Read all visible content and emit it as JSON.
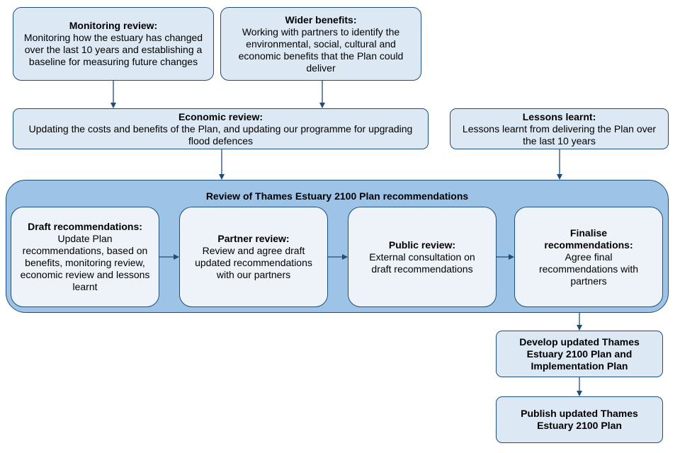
{
  "monitoring": {
    "title": "Monitoring review:",
    "body": "Monitoring how the estuary has changed over the last 10 years and establishing a baseline for measuring future changes"
  },
  "wider": {
    "title": "Wider benefits:",
    "body": "Working with partners to identify the environmental, social, cultural and economic benefits that the Plan could deliver"
  },
  "economic": {
    "title": "Economic review:",
    "body": "Updating the costs and benefits of the Plan, and updating our programme for upgrading flood defences"
  },
  "lessons": {
    "title": "Lessons learnt:",
    "body": "Lessons learnt from delivering the Plan over the last 10 years"
  },
  "review": {
    "title": "Review of Thames Estuary 2100 Plan recommendations",
    "steps": [
      {
        "title": "Draft recommendations:",
        "body": "Update Plan recommendations, based on benefits, monitoring review, economic review and lessons learnt"
      },
      {
        "title": "Partner review:",
        "body": "Review and agree draft updated recommendations with our partners"
      },
      {
        "title": "Public review:",
        "body": "External consultation on draft recommendations"
      },
      {
        "title": "Finalise recommendations:",
        "body": "Agree final recommendations with partners"
      }
    ]
  },
  "develop": {
    "title": "Develop updated Thames Estuary 2100 Plan and Implementation Plan"
  },
  "publish": {
    "title": "Publish updated Thames Estuary 2100 Plan"
  },
  "colors": {
    "box_fill": "#dce9f5",
    "group_fill": "#9dc3e6",
    "inner_fill": "#eef3fa",
    "border": "#1f4e79"
  }
}
